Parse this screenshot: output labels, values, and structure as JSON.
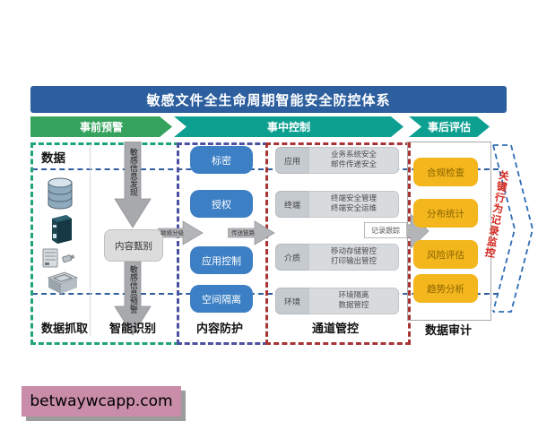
{
  "banner": {
    "title": "敏感文件全生命周期智能安全防控体系"
  },
  "phases": {
    "pre": "事前预警",
    "mid": "事中控制",
    "post": "事后评估"
  },
  "capture": {
    "header": "数据",
    "footer": "数据抓取",
    "icons": [
      "database-icon",
      "server-icon",
      "storage-usb-icon",
      "network-switch-icon"
    ]
  },
  "identify": {
    "flow_down_1": "敏感信息发现",
    "process": "内容甄别",
    "flow_right": "敏感分级",
    "flow_down_2": "敏感信息预警",
    "footer": "智能识别"
  },
  "protection": {
    "buttons": [
      "标密",
      "授权",
      "应用控制",
      "空间隔离"
    ],
    "flow_right": "传送链路",
    "footer": "内容防护"
  },
  "channel": {
    "rows": [
      {
        "tag": "应用",
        "line1": "业务系统安全",
        "line2": "邮件传递安全"
      },
      {
        "tag": "终端",
        "line1": "终端安全管理",
        "line2": "终端安全运维"
      },
      {
        "tag": "介质",
        "line1": "移动存储管控",
        "line2": "打印输出管控"
      },
      {
        "tag": "环境",
        "line1": "环境隔离",
        "line2": "数据管控"
      }
    ],
    "track": "记录跟踪",
    "footer": "通道管控"
  },
  "audit": {
    "buttons": [
      "合规检查",
      "分布统计",
      "风险评估",
      "趋势分析"
    ],
    "footer": "数据审计"
  },
  "side": {
    "label": "关键行为记录监控"
  },
  "watermark": {
    "text": "betwaywcapp.com"
  },
  "colors": {
    "banner_blue": "#2d5f9f",
    "phase_green": "#35a35d",
    "phase_teal": "#0da091",
    "button_blue": "#3c7fc4",
    "button_yellow": "#f3b71d",
    "box_green_border": "#1fa37c",
    "box_purple_border": "#4c50a3",
    "box_red_border": "#a93434",
    "connector_navy": "#2e5d9e",
    "side_text_red": "#d3281e",
    "watermark_pink": "#c98ca9"
  }
}
